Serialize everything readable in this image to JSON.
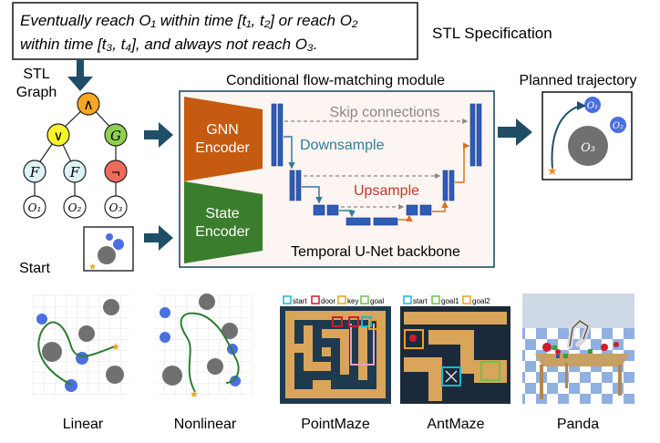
{
  "spec": {
    "line1": "Eventually reach O₁ within time [t₁, t₂] or reach O₂",
    "line2": "within time [t₃, t₄], and always not reach O₃.",
    "label": "STL Specification"
  },
  "graph": {
    "label_line1": "STL",
    "label_line2": "Graph",
    "nodes": {
      "and": "∧",
      "or": "∨",
      "globally": "G",
      "eventually1": "F",
      "eventually2": "F",
      "not": "¬",
      "o1": "O₁",
      "o2": "O₂",
      "o3": "O₃"
    }
  },
  "start_label": "Start",
  "module": {
    "title": "Conditional flow-matching module",
    "gnn_encoder": [
      "GNN",
      "Encoder"
    ],
    "state_encoder": [
      "State",
      "Encoder"
    ],
    "skip_label": "Skip connections",
    "down_label": "Downsample",
    "up_label": "Upsample",
    "backbone_label": "Temporal U-Net backbone"
  },
  "trajectory": {
    "title": "Planned trajectory",
    "o1": "O₁",
    "o2": "O₂",
    "o3": "O₃"
  },
  "environments": {
    "linear": "Linear",
    "nonlinear": "Nonlinear",
    "pointmaze": {
      "name": "PointMaze",
      "legend": [
        "start",
        "door",
        "key",
        "goal"
      ]
    },
    "antmaze": {
      "name": "AntMaze",
      "legend": [
        "start",
        "goal1",
        "goal2"
      ]
    },
    "panda": "Panda"
  },
  "colors": {
    "dark_teal": "#1f4e66",
    "gnn_orange": "#c55a11",
    "state_green": "#3a7d2c",
    "unet_blue": "#2e5cb8",
    "and_node": "#f5a623",
    "or_node": "#f7f32a",
    "g_node": "#8fd14f",
    "f_node": "#dff3f7",
    "not_node": "#f06a5a",
    "obstacle_gray": "#707070",
    "goal_blue": "#4a6fe0",
    "traj_green": "#2e7d32"
  }
}
